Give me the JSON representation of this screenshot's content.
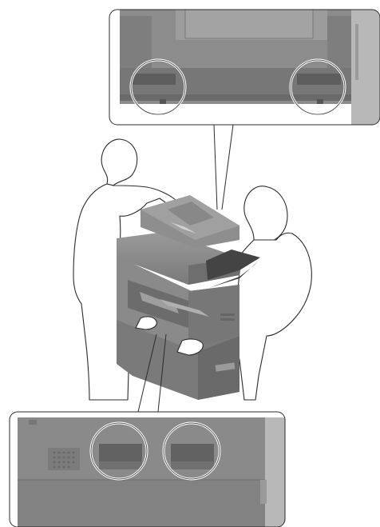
{
  "figure": {
    "description_visible_text": "",
    "callouts": [
      {
        "id": "top-detail",
        "content": "rear-base-lift-handles",
        "highlight_count": 2
      },
      {
        "id": "bottom-detail",
        "content": "side-lift-handles",
        "highlight_count": 2
      }
    ],
    "people": [
      "person-left",
      "person-right"
    ],
    "device": "multifunction-printer",
    "colors": {
      "device_dark": "#6e6e6e",
      "device_mid": "#8a8a8a",
      "device_light": "#a9a9a9",
      "outline": "#2b2b2b",
      "highlight_ring": "#ffffff"
    }
  }
}
